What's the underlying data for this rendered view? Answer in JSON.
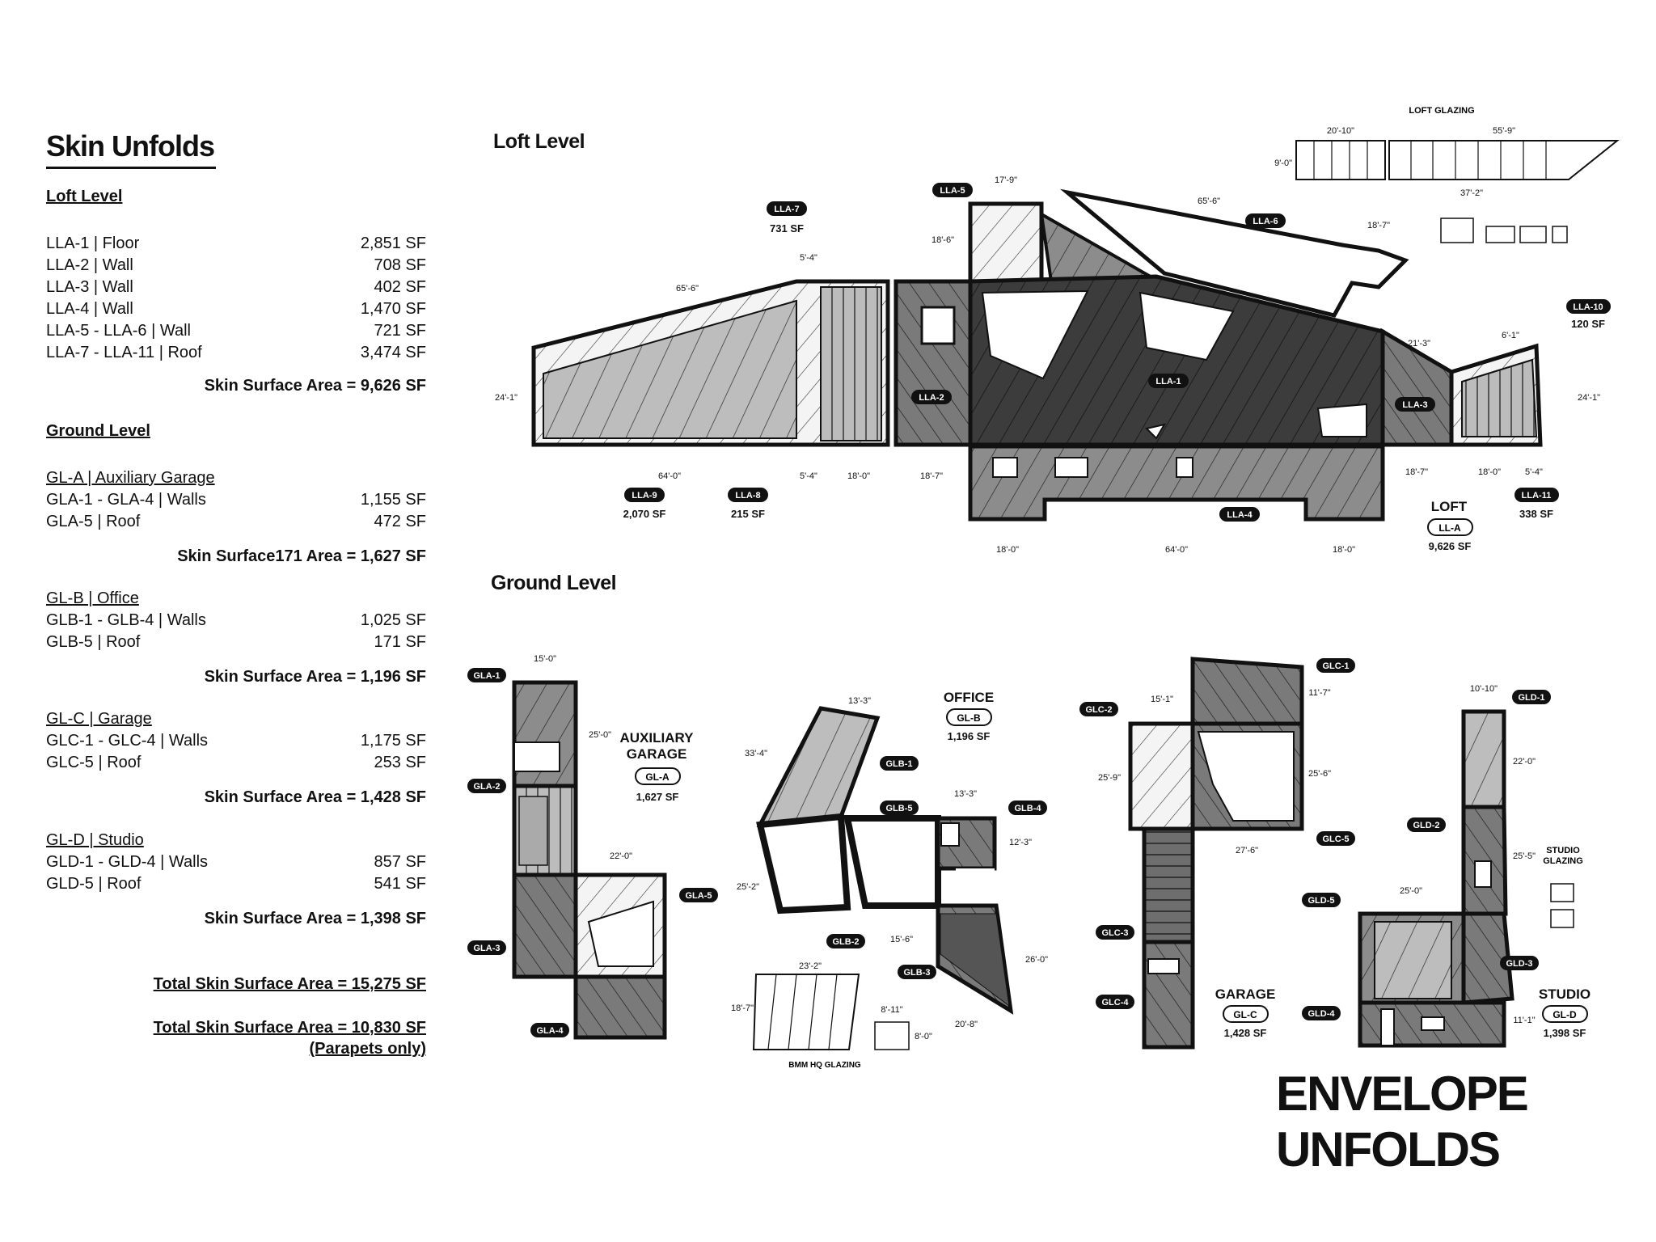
{
  "summary": {
    "title": "Skin Unfolds",
    "loft": {
      "heading": "Loft Level",
      "rows": [
        {
          "label": "LLA-1 | Floor",
          "value": "2,851 SF"
        },
        {
          "label": "LLA-2 | Wall",
          "value": "708 SF"
        },
        {
          "label": "LLA-3 | Wall",
          "value": "402 SF"
        },
        {
          "label": "LLA-4 | Wall",
          "value": "1,470 SF"
        },
        {
          "label": "LLA-5  -  LLA-6  |  Wall",
          "value": "721 SF"
        },
        {
          "label": "LLA-7  -  LLA-11  |  Roof",
          "value": "3,474 SF"
        }
      ],
      "total": "Skin Surface Area = 9,626 SF"
    },
    "ground": {
      "heading": "Ground Level",
      "groups": [
        {
          "name": "GL-A | Auxiliary Garage",
          "rows": [
            {
              "label": "GLA-1  -  GLA-4  |  Walls",
              "value": "1,155 SF"
            },
            {
              "label": "GLA-5  |  Roof",
              "value": "472 SF"
            }
          ],
          "total": "Skin Surface171 Area = 1,627 SF"
        },
        {
          "name": "GL-B | Office",
          "rows": [
            {
              "label": "GLB-1  -  GLB-4  |  Walls",
              "value": "1,025 SF"
            },
            {
              "label": "GLB-5  |  Roof",
              "value": "171 SF"
            }
          ],
          "total": "Skin Surface Area = 1,196 SF"
        },
        {
          "name": "GL-C | Garage",
          "rows": [
            {
              "label": "GLC-1  -  GLC-4  |  Walls",
              "value": "1,175 SF"
            },
            {
              "label": "GLC-5  |  Roof",
              "value": "253 SF"
            }
          ],
          "total": "Skin Surface Area = 1,428 SF"
        },
        {
          "name": "GL-D | Studio",
          "rows": [
            {
              "label": "GLD-1  -  GLD-4  |  Walls",
              "value": "857 SF"
            },
            {
              "label": "GLD-5  |  Roof",
              "value": "541 SF"
            }
          ],
          "total": "Skin Surface Area = 1,398 SF"
        }
      ]
    },
    "grand_total": "Total Skin Surface Area = 15,275 SF",
    "parapet_total": "Total Skin Surface Area = 10,830 SF",
    "parapet_note": "(Parapets only)"
  },
  "drawings": {
    "loft_heading": "Loft Level",
    "ground_heading": "Ground Level",
    "footer": "ENVELOPE UNFOLDS",
    "glazing_labels": {
      "loft": "LOFT GLAZING",
      "studio_1": "STUDIO",
      "studio_2": "GLAZING",
      "bmm": "BMM HQ GLAZING"
    },
    "tags": {
      "lla1": "LLA-1",
      "lla2": "LLA-2",
      "lla3": "LLA-3",
      "lla4": "LLA-4",
      "lla5": "LLA-5",
      "lla6": "LLA-6",
      "lla7": "LLA-7",
      "lla8": "LLA-8",
      "lla9": "LLA-9",
      "lla10": "LLA-10",
      "lla11": "LLA-11",
      "gla1": "GLA-1",
      "gla2": "GLA-2",
      "gla3": "GLA-3",
      "gla4": "GLA-4",
      "gla5": "GLA-5",
      "glb1": "GLB-1",
      "glb2": "GLB-2",
      "glb3": "GLB-3",
      "glb4": "GLB-4",
      "glb5": "GLB-5",
      "glc1": "GLC-1",
      "glc2": "GLC-2",
      "glc3": "GLC-3",
      "glc4": "GLC-4",
      "glc5": "GLC-5",
      "gld1": "GLD-1",
      "gld2": "GLD-2",
      "gld3": "GLD-3",
      "gld4": "GLD-4",
      "gld5": "GLD-5",
      "lla": "LL-A",
      "gla": "GL-A",
      "glb": "GL-B",
      "glc": "GL-C",
      "gld": "GL-D"
    },
    "areas": {
      "lla7": "731 SF",
      "lla9": "2,070 SF",
      "lla8": "215 SF",
      "lla10": "120 SF",
      "lla11": "338 SF",
      "loft": "9,626 SF",
      "gla": "1,627 SF",
      "glb": "1,196 SF",
      "glc": "1,428 SF",
      "gld": "1,398 SF"
    },
    "names": {
      "loft": "LOFT",
      "aux_1": "AUXILIARY",
      "aux_2": "GARAGE",
      "office": "OFFICE",
      "garage": "GARAGE",
      "studio": "STUDIO"
    },
    "dims": {
      "d1": "20'-10\"",
      "d2": "55'-9\"",
      "d3": "37'-2\"",
      "d4": "9'-0\"",
      "d5": "17'-9\"",
      "d6": "18'-6\"",
      "d7": "65'-6\"",
      "d8": "18'-7\"",
      "d9": "5'-4\"",
      "d10": "65'-6\"",
      "d11": "24'-1\"",
      "d12": "21'-3\"",
      "d13": "6'-1\"",
      "d14": "24'-1\"",
      "d15": "64'-0\"",
      "d16": "5'-4\"",
      "d17": "18'-0\"",
      "d18": "18'-7\"",
      "d19": "18'-7\"",
      "d20": "18'-0\"",
      "d21": "5'-4\"",
      "d22": "18'-0\"",
      "d23": "64'-0\"",
      "d24": "18'-0\"",
      "d25": "15'-0\"",
      "d26": "25'-0\"",
      "d27": "22'-0\"",
      "d28": "13'-3\"",
      "d29": "33'-4\"",
      "d30": "25'-2\"",
      "d31": "13'-3\"",
      "d32": "12'-3\"",
      "d33": "15'-6\"",
      "d34": "26'-0\"",
      "d35": "20'-8\"",
      "d36": "23'-2\"",
      "d37": "18'-7\"",
      "d38": "8'-11\"",
      "d39": "8'-0\"",
      "d40": "15'-1\"",
      "d41": "11'-7\"",
      "d42": "25'-9\"",
      "d43": "25'-6\"",
      "d44": "27'-6\"",
      "d45": "10'-10\"",
      "d46": "22'-0\"",
      "d47": "25'-5\"",
      "d48": "25'-0\"",
      "d49": "11'-1\""
    }
  }
}
